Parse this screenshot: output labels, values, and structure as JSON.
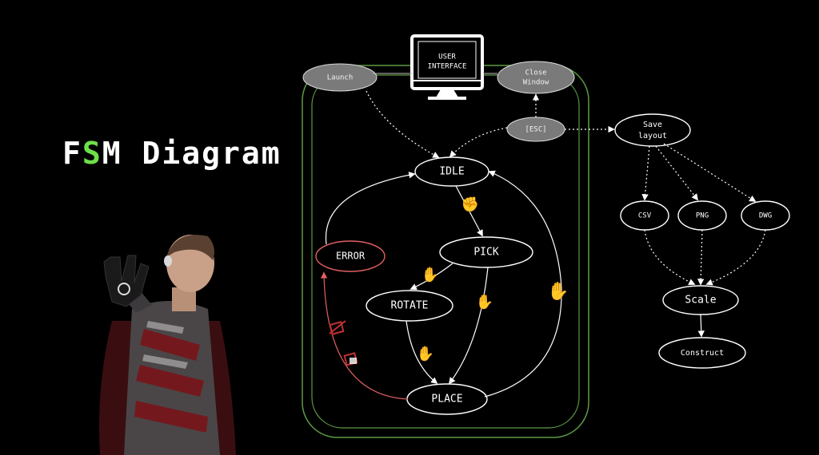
{
  "title": {
    "prefix": "F",
    "accent": "S",
    "suffix": "M Diagram"
  },
  "monitor": {
    "line1": "USER",
    "line2": "INTERFACE"
  },
  "nodes": {
    "launch": "Launch",
    "close_line1": "Close",
    "close_line2": "Window",
    "esc": "[ESC]",
    "save_line1": "Save",
    "save_line2": "layout",
    "idle": "IDLE",
    "pick": "PICK",
    "rotate": "ROTATE",
    "place": "PLACE",
    "error": "ERROR",
    "csv": "CSV",
    "png": "PNG",
    "dwg": "DWG",
    "scale": "Scale",
    "construct": "Construct"
  },
  "colors": {
    "accent": "#6ee04a",
    "frame": "#5d9a45",
    "error": "#e06060",
    "node_dark": "#7a7a7a"
  }
}
